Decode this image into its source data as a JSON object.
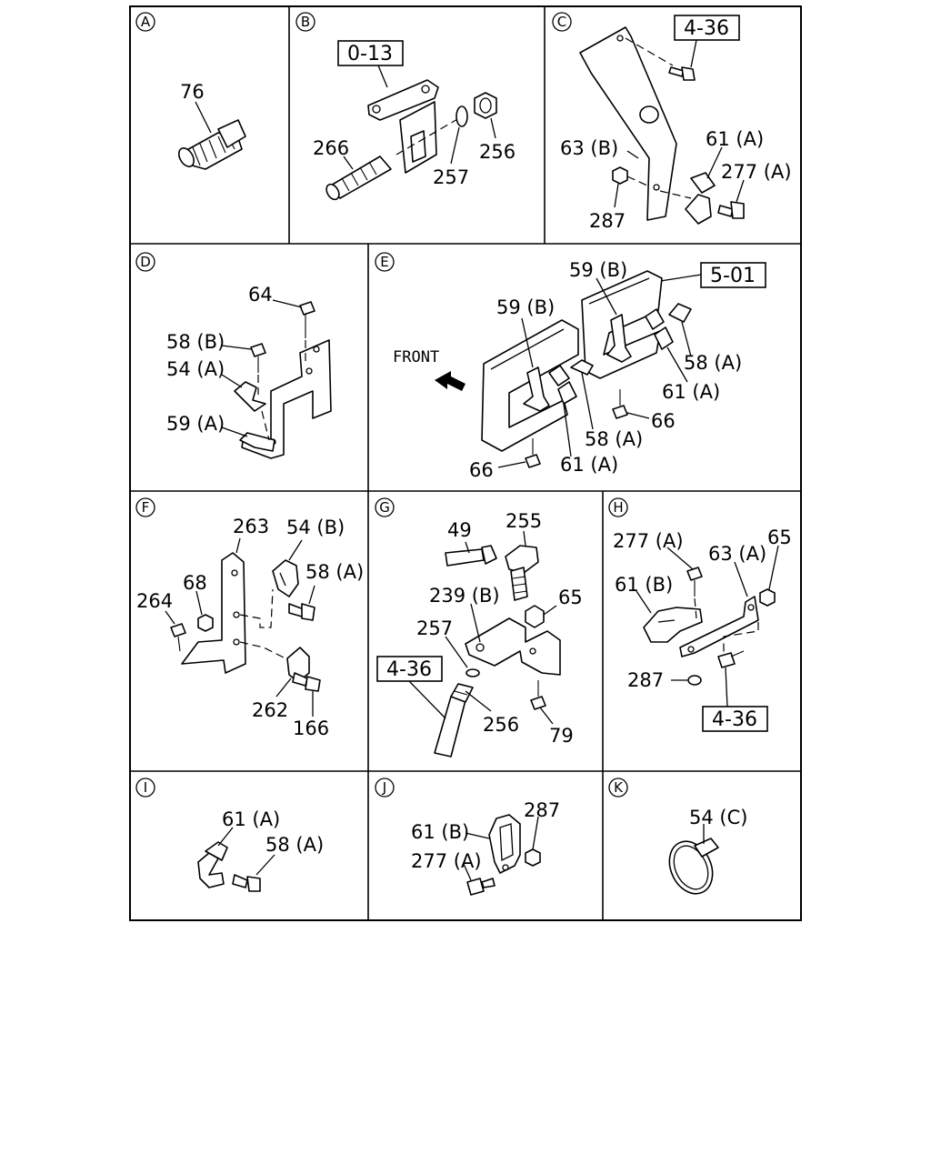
{
  "panels": {
    "A": {
      "letter": "A",
      "labels": [
        "76"
      ]
    },
    "B": {
      "letter": "B",
      "ref": "0-13",
      "labels": [
        "266",
        "257",
        "256"
      ]
    },
    "C": {
      "letter": "C",
      "ref": "4-36",
      "labels": [
        "63 (B)",
        "61 (A)",
        "277 (A)",
        "287"
      ]
    },
    "D": {
      "letter": "D",
      "labels": [
        "64",
        "58 (B)",
        "54 (A)",
        "59 (A)"
      ]
    },
    "E": {
      "letter": "E",
      "ref": "5-01",
      "front": "FRONT",
      "labels": [
        "59 (B)",
        "59 (B)",
        "58 (A)",
        "61 (A)",
        "66",
        "58 (A)",
        "61 (A)",
        "66"
      ]
    },
    "F": {
      "letter": "F",
      "labels": [
        "263",
        "54 (B)",
        "68",
        "58 (A)",
        "264",
        "262",
        "166"
      ]
    },
    "G": {
      "letter": "G",
      "ref": "4-36",
      "labels": [
        "49",
        "255",
        "239 (B)",
        "65",
        "257",
        "256",
        "79"
      ]
    },
    "H": {
      "letter": "H",
      "ref": "4-36",
      "labels": [
        "277 (A)",
        "63 (A)",
        "65",
        "61 (B)",
        "287"
      ]
    },
    "I": {
      "letter": "I",
      "labels": [
        "61 (A)",
        "58 (A)"
      ]
    },
    "J": {
      "letter": "J",
      "labels": [
        "61 (B)",
        "287",
        "277 (A)"
      ]
    },
    "K": {
      "letter": "K",
      "labels": [
        "54 (C)"
      ]
    }
  }
}
